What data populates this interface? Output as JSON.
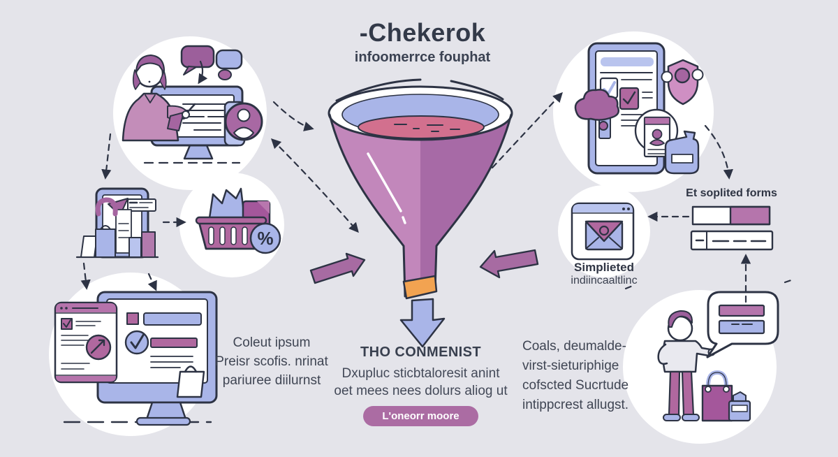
{
  "title": {
    "heading": "-Chekerok",
    "subheading": "infoomerrce fouphat"
  },
  "left_paragraph": {
    "lines": [
      "Coleut ipsum",
      "Preisr scofis. nrinat",
      "pariuree diilurnst"
    ]
  },
  "center_block": {
    "heading": "THO CONMENIST",
    "lines": [
      "Dxupluc sticbtaloresit anint",
      "oet mees nees dolurs aliog ut"
    ],
    "button_label": "L'oneorr moore"
  },
  "right_paragraph": {
    "lines": [
      "Coals, deumalde-",
      "virst-sieturiphige",
      "cofscted Sucrtude",
      "intippcrest allugst."
    ]
  },
  "labels": {
    "forms_heading": "Et soplited forms",
    "email_heading": "Simplieted",
    "email_subheading": "indiincaaltlinc"
  },
  "basket": {
    "percent": "%"
  },
  "icons": {
    "center": "funnel-icon",
    "top_left": [
      "person-icon",
      "monitor-icon",
      "speech-bubble-icon",
      "avatar-icon",
      "phone-icon"
    ],
    "mid_left": [
      "tablet-icon",
      "shopping-bag-icon",
      "flag-icon"
    ],
    "basket": [
      "shopping-basket-icon",
      "percent-badge-icon"
    ],
    "bottom_left": [
      "monitor-icon",
      "browser-window-icon",
      "checkbox-icon",
      "trend-circle-icon",
      "shopping-bag-icon"
    ],
    "top_right": [
      "tablet-form-icon",
      "cloud-icon",
      "shield-icon",
      "id-card-icon",
      "pouch-icon"
    ],
    "right": [
      "email-window-icon",
      "form-bar-icon"
    ],
    "bottom_right": [
      "person-icon",
      "speech-bubble-icon",
      "shopping-bag-icon",
      "jug-icon"
    ],
    "arrows": [
      "dashed-arrow",
      "flow-arrow-left",
      "flow-arrow-right",
      "down-arrow"
    ]
  },
  "colors": {
    "background": "#e4e4ea",
    "ink": "#2d3344",
    "purple": "#9c5f9b",
    "mauve": "#b0689f",
    "mauve_light": "#c38db9",
    "periwinkle": "#a9b5e8",
    "periwinkle_light": "#b9c4ee",
    "pink_liquid": "#d2708e",
    "orange": "#f2a351",
    "button": "#ab6ca3",
    "text": "#3a4150",
    "circle": "#ffffff"
  }
}
